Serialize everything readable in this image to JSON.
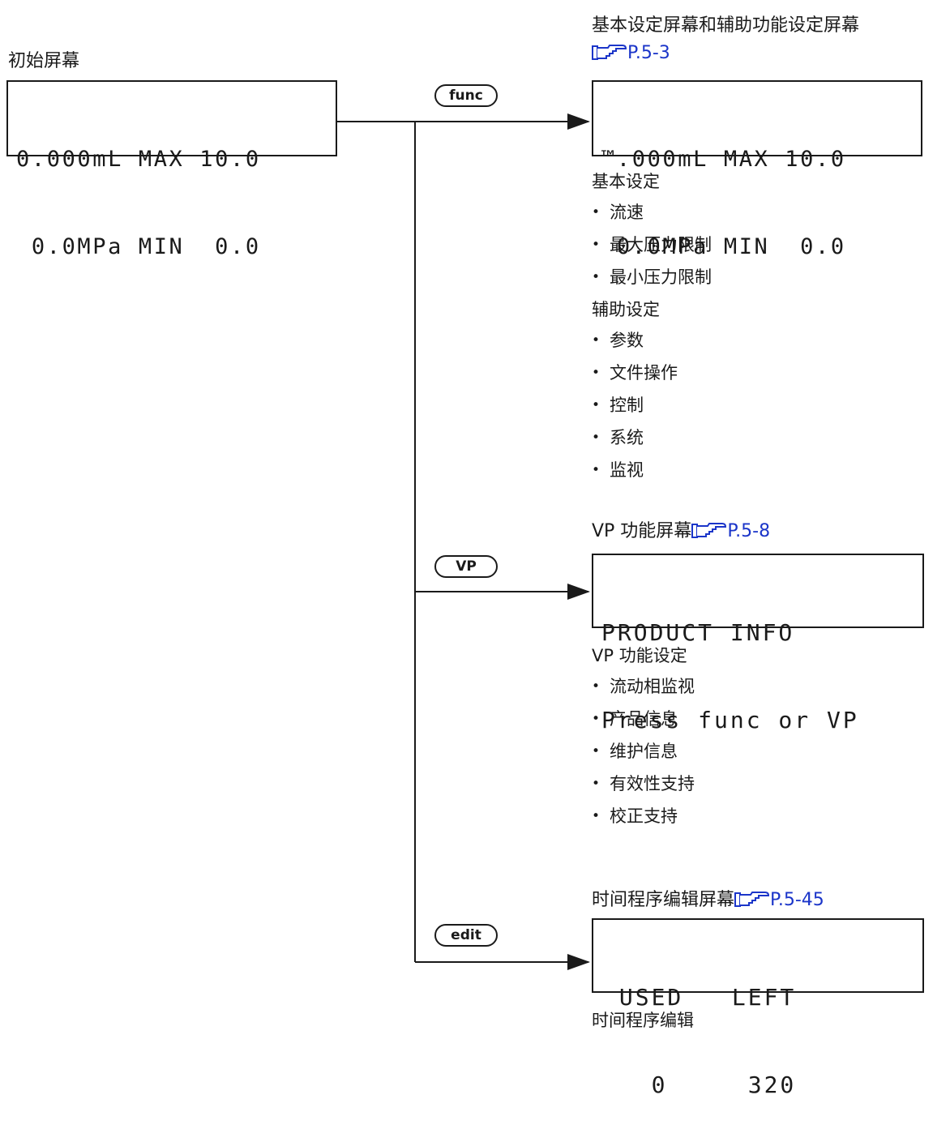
{
  "initial": {
    "title": "初始屏幕",
    "lcd_line1": "0.000mL MAX 10.0",
    "lcd_line2": " 0.0MPa MIN  0.0"
  },
  "keys": {
    "func": "func",
    "vp": "VP",
    "edit": "edit"
  },
  "basic_screen": {
    "title": "基本设定屏幕和辅助功能设定屏幕",
    "ref": "P.5-3",
    "lcd_line1": "™.000mL MAX 10.0",
    "lcd_line2": " 0.0MPa MIN  0.0",
    "basic_heading": "基本设定",
    "basic_items": [
      "流速",
      "最大压力限制",
      "最小压力限制"
    ],
    "aux_heading": "辅助设定",
    "aux_items": [
      "参数",
      "文件操作",
      "控制",
      "系统",
      "监视"
    ]
  },
  "vp_screen": {
    "title": "VP 功能屏幕",
    "ref": "P.5-8",
    "lcd_line1": "PRODUCT INFO",
    "lcd_line2": "Press func or VP",
    "heading": "VP 功能设定",
    "items": [
      "流动相监视",
      "产品信息",
      "维护信息",
      "有效性支持",
      "校正支持"
    ]
  },
  "edit_screen": {
    "title": "时间程序编辑屏幕",
    "ref": "P.5-45",
    "lcd_line1": " USED   LEFT",
    "lcd_line2": "   0     320",
    "heading": "时间程序编辑"
  },
  "colors": {
    "link": "#1b35c9",
    "line": "#1a1a1a"
  },
  "icons": {
    "ref": "pointing-hand-reference-icon",
    "bullet": "bullet-dot"
  }
}
